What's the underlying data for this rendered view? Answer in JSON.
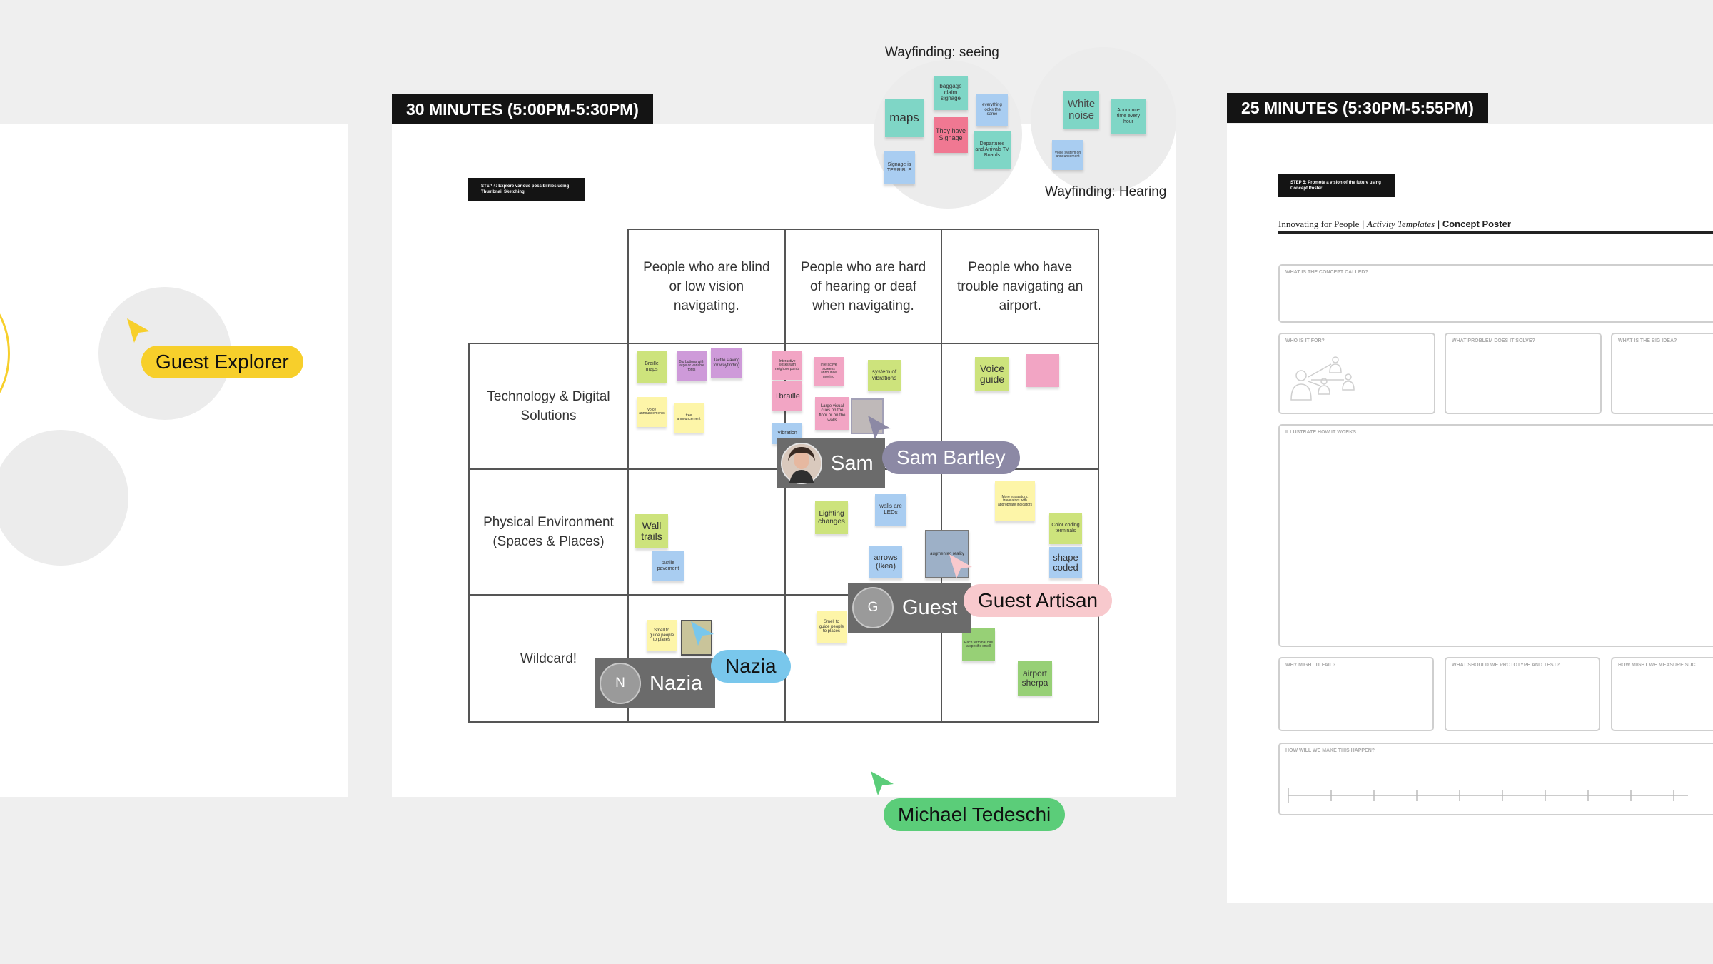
{
  "frames": {
    "left_title": "30 MINUTES (5:00PM-5:30PM)",
    "right_title": "25 MINUTES (5:30PM-5:55PM)"
  },
  "clusters": {
    "seeing_label": "Wayfinding: seeing",
    "hearing_label": "Wayfinding: Hearing",
    "seeing_notes": [
      "maps",
      "baggage claim signage",
      "They have Signage",
      "everything looks the same",
      "Departures and Arrivals TV Boards",
      "Signage is TERRIBLE"
    ],
    "hearing_notes": [
      "White noise",
      "Announce time every hour",
      "Voice system on announcement"
    ]
  },
  "matrix": {
    "step_tag": "STEP 4: Explore various possibilities using Thumbnail Sketching",
    "columns": [
      "People who are blind or low vision navigating.",
      "People who are hard of hearing or deaf when navigating.",
      "People who have trouble navigating an airport."
    ],
    "rows": [
      "Technology & Digital Solutions",
      "Physical Environment (Spaces & Places)",
      "Wildcard!"
    ],
    "notes": {
      "braille_maps": "Braille maps",
      "big_buttons": "Big buttons with large or variable fonts",
      "tactile_paving": "Tactile Paving for wayfinding",
      "voice_announcements": "Voice announcements",
      "tree_announcement": "tree announcement",
      "interactive_kiosks": "Interactive kiosks with neighbor points",
      "plus_braille": "+braille",
      "interactive_tv": "Interactive screens announce moving",
      "system_vibrations": "system of vibrations",
      "large_visual_cues": "Large visual cues on the floor or on the walls",
      "vibration": "Vibration",
      "voice_guide": "Voice guide",
      "wall_trails": "Wall trails",
      "tactile_pavement": "tactile pavement",
      "lighting_changes": "Lighting changes",
      "walls_leds": "walls are LEDs",
      "arrows_ikea": "arrows (Ikea)",
      "more_escalators": "More escalators, travelators with appropriate indicators",
      "color_coding": "Color coding terminals",
      "shape_coded": "shape coded",
      "augmented": "augmented reality",
      "smell_guide": "Smell to guide people to places",
      "smell_guide2": "Smell to guide people to places",
      "each_terminal": "Each terminal has a specific smell",
      "airport_sherpa": "airport sherpa"
    }
  },
  "concept_poster": {
    "step_tag": "STEP 5: Promote a vision of the future using Concept Poster",
    "header_left": "Innovating for People",
    "header_mid": "Activity Templates",
    "header_right": "Concept Poster",
    "boxes": [
      "WHAT IS THE CONCEPT CALLED?",
      "WHO IS IT FOR?",
      "WHAT PROBLEM DOES IT SOLVE?",
      "WHAT IS THE BIG IDEA?",
      "ILLUSTRATE HOW IT WORKS",
      "WHY MIGHT IT FAIL?",
      "WHAT SHOULD WE PROTOTYPE AND TEST?",
      "HOW MIGHT WE MEASURE SUC",
      "HOW WILL WE MAKE THIS HAPPEN?"
    ]
  },
  "collaborators": {
    "guest_explorer": "Guest Explorer",
    "sam_short": "Sam",
    "sam_bartley": "Sam Bartley",
    "guest_avatar": "G",
    "guest_short": "Guest",
    "guest_artisan": "Guest Artisan",
    "nazia_avatar": "N",
    "nazia_short": "Nazia",
    "nazia_pill": "Nazia",
    "michael": "Michael Tedeschi"
  },
  "colors": {
    "explorer": "#f7cf2b",
    "sam": "#8c89a5",
    "artisan": "#f8c9cd",
    "nazia": "#79c7ec",
    "michael": "#5bcd79"
  }
}
